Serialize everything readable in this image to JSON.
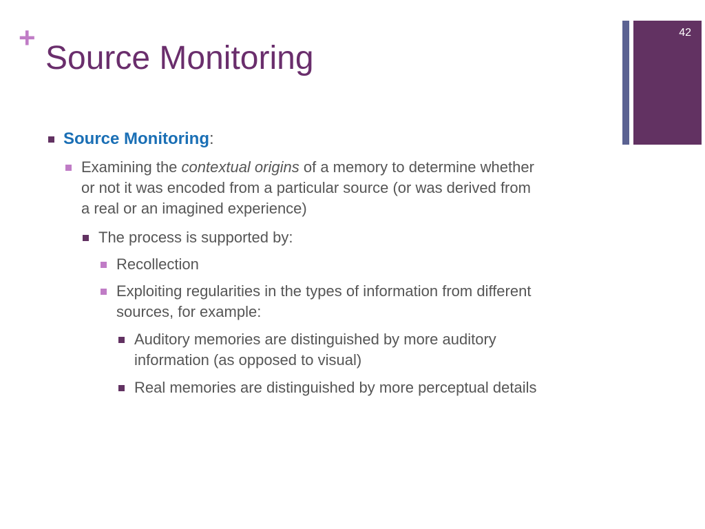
{
  "slide": {
    "plus_sign": "+",
    "title": "Source Monitoring",
    "number": "42"
  },
  "colors": {
    "title": "#6a2e6c",
    "accent_plus": "#c07cc6",
    "stripe_thin": "#5b6292",
    "stripe_block": "#623262",
    "body_text": "#555555",
    "emphasis_blue": "#1a6fb5",
    "marker_dark": "#623262",
    "marker_light": "#c07cc6"
  },
  "bullets": {
    "b1": {
      "term": "Source Monitoring",
      "suffix": ":"
    },
    "b2": {
      "pre": "Examining the ",
      "italic": "contextual origins",
      "post_line1": " of a memory to determine whether",
      "line2": "or not it was encoded from a particular source (or was derived from",
      "line3": "a real or an imagined experience)"
    },
    "b3": {
      "text": "The process is supported by:"
    },
    "b4": {
      "text": "Recollection"
    },
    "b5": {
      "line1": "Exploiting regularities in the types of information from different",
      "line2": "sources, for example:"
    },
    "b6": {
      "line1": "Auditory memories are distinguished by more auditory",
      "line2": "information (as opposed to visual)"
    },
    "b7": {
      "text": "Real memories are distinguished by more perceptual details"
    }
  }
}
